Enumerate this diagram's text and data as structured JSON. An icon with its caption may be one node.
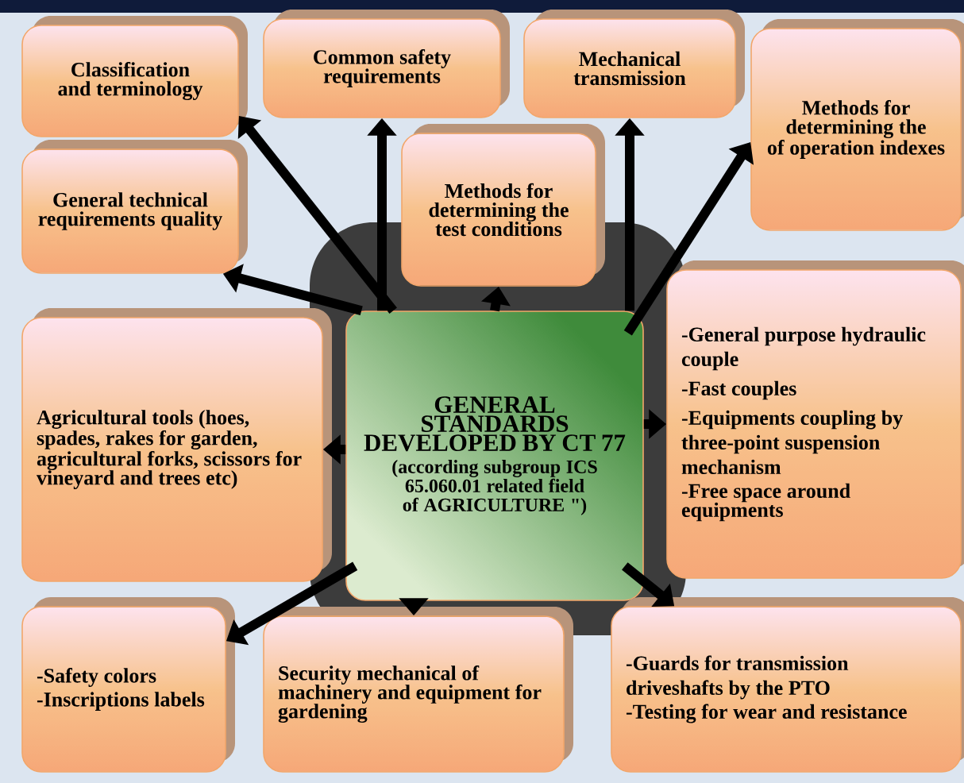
{
  "diagram": {
    "nodes": [
      {
        "text": [
          "Classification and terminology"
        ]
      },
      {
        "text": [
          "Common safety requirements"
        ]
      },
      {
        "text": [
          "Mechanical transmission"
        ]
      },
      {
        "text": [
          "Methods for determining the of operation indexes"
        ]
      },
      {
        "text": [
          "General technical requirements quality"
        ]
      },
      {
        "text": [
          "Methods for determining the test conditions"
        ]
      },
      {
        "text": [
          "Agricultural tools (hoes, spades, rakes for garden, agricultural forks, scissors for vineyard and trees etc)"
        ]
      },
      {
        "text": [
          "GENERAL STANDARDS DEVELOPED BY CT 77",
          "(according subgroup ICS 65.060.01 related field of AGRICULTURE \")"
        ]
      },
      {
        "text": [
          "-General purpose hydraulic couple",
          "-Fast couples",
          "-Equipments coupling by three-point suspension mechanism",
          "-Free space around equipments"
        ]
      },
      {
        "text": [
          "-Safety colors",
          "-Inscriptions labels"
        ]
      },
      {
        "text": [
          "Security mechanical of machinery and equipment for gardening"
        ]
      },
      {
        "text": [
          "-Guards for transmission driveshafts by the PTO",
          "-Testing for wear and resistance"
        ]
      }
    ],
    "edges": [
      {
        "from": 7,
        "to": 0,
        "arrow": "to"
      },
      {
        "from": 7,
        "to": 1,
        "arrow": "to"
      },
      {
        "from": 7,
        "to": 2,
        "arrow": "to"
      },
      {
        "from": 7,
        "to": 3,
        "arrow": "to"
      },
      {
        "from": 7,
        "to": 4,
        "arrow": "to"
      },
      {
        "from": 7,
        "to": 5,
        "arrow": "to"
      },
      {
        "from": 7,
        "to": 6,
        "arrow": "to"
      },
      {
        "from": 7,
        "to": 8,
        "arrow": "to"
      },
      {
        "from": 7,
        "to": 9,
        "arrow": "to"
      },
      {
        "from": 7,
        "to": 10,
        "arrow": "to"
      },
      {
        "from": 7,
        "to": 11,
        "arrow": "to"
      }
    ]
  }
}
